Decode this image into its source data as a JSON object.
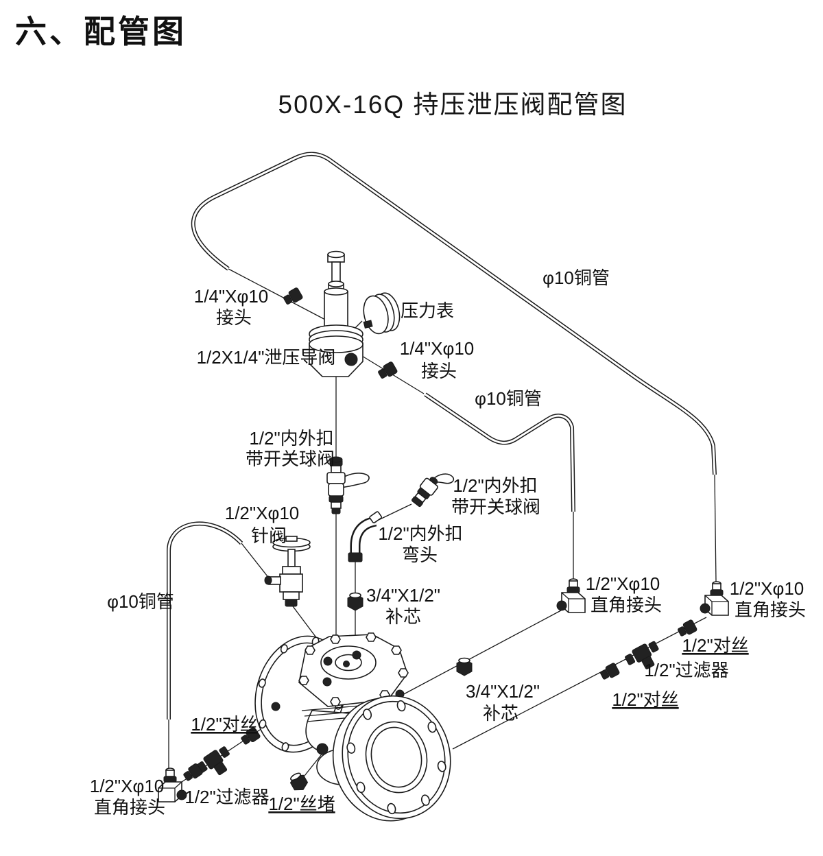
{
  "page": {
    "section_title": "六、配管图",
    "diagram_title": "500X-16Q 持压泄压阀配管图"
  },
  "colors": {
    "ink": "#1a1a1a",
    "paper": "#ffffff"
  },
  "labels": {
    "joint_top_left": {
      "line1": "1/4\"Xφ10",
      "line2": "接头"
    },
    "pilot_valve": "1/2X1/4\"泄压导阀",
    "pressure_gauge": "压力表",
    "joint_mid": {
      "line1": "1/4\"Xφ10",
      "line2": "接头"
    },
    "copper_pipe_top": "φ10铜管",
    "copper_pipe_mid": "φ10铜管",
    "copper_pipe_left": "φ10铜管",
    "ball_valve_left": {
      "line1": "1/2\"内外扣",
      "line2": "带开关球阀"
    },
    "ball_valve_right": {
      "line1": "1/2\"内外扣",
      "line2": "带开关球阀"
    },
    "needle_valve": {
      "line1": "1/2\"Xφ10",
      "line2": "针阀"
    },
    "elbow_fitting": {
      "line1": "1/2\"内外扣",
      "line2": "弯头"
    },
    "bushing_upper": {
      "line1": "3/4\"X1/2\"",
      "line2": "补芯"
    },
    "bushing_lower": {
      "line1": "3/4\"X1/2\"",
      "line2": "补芯"
    },
    "angle_joint_mid_right": {
      "line1": "1/2\"Xφ10",
      "line2": "直角接头"
    },
    "angle_joint_far_right": {
      "line1": "1/2\"Xφ10",
      "line2": "直角接头"
    },
    "angle_joint_bottom_left": {
      "line1": "1/2\"Xφ10",
      "line2": "直角接头"
    },
    "nipple_right_upper": "1/2\"对丝",
    "nipple_right_lower": "1/2\"对丝",
    "nipple_left": "1/2\"对丝",
    "filter_right": "1/2\"过滤器",
    "filter_left": "1/2\"过滤器",
    "plug": "1/2\"丝堵"
  }
}
